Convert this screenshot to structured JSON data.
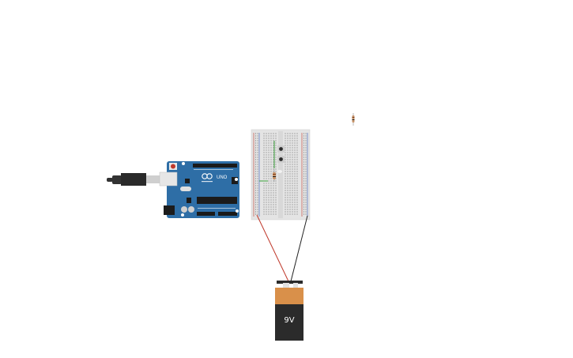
{
  "workspace": {
    "background": "#ffffff",
    "components": [
      {
        "kind": "usb-cable",
        "name": "usb-cable"
      },
      {
        "kind": "arduino-uno",
        "name": "arduino-uno-board",
        "model_label": "UNO",
        "brand_color": "#2e6ea6"
      },
      {
        "kind": "breadboard",
        "name": "breadboard-small"
      },
      {
        "kind": "pushbutton",
        "name": "pushbutton-1"
      },
      {
        "kind": "pushbutton",
        "name": "pushbutton-2"
      },
      {
        "kind": "resistor",
        "name": "resistor-on-breadboard"
      },
      {
        "kind": "resistor",
        "name": "resistor-loose"
      },
      {
        "kind": "battery-9v",
        "name": "battery-9v"
      }
    ]
  },
  "battery": {
    "label": "9V",
    "top_color": "#d9904a",
    "body_color": "#2b2b2b"
  },
  "wires": [
    {
      "name": "wire-red-positive",
      "color": "#c0392b"
    },
    {
      "name": "wire-black-negative",
      "color": "#222222"
    },
    {
      "name": "wire-green-jumper",
      "color": "#3aa13a"
    }
  ]
}
